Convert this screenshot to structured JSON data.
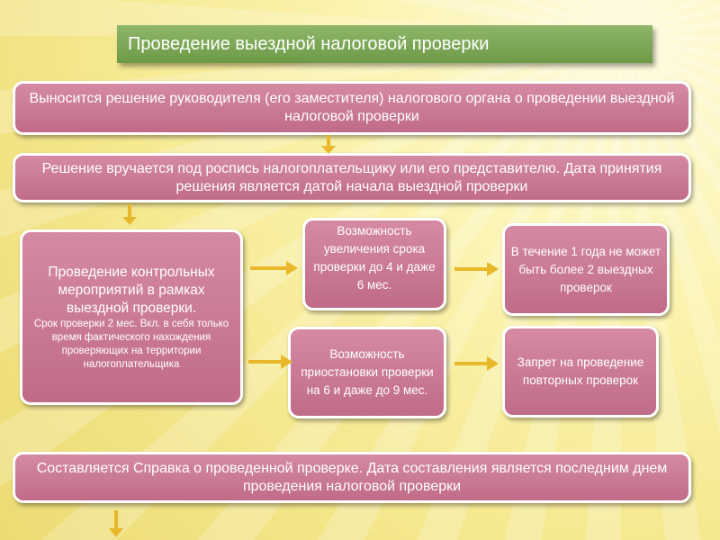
{
  "title": "Проведение выездной налоговой проверки",
  "boxes": {
    "decision": "Выносится решение руководителя (его заместителя) налогового органа о проведении выездной налоговой проверки",
    "handover": "Решение вручается под роспись налогоплательщику или его представителю. Дата принятия решения является датой начала выездной проверки",
    "control_title": "Проведение контрольных мероприятий в рамках выездной проверки.",
    "control_sub": "Срок проверки 2 мес. Вкл. в себя только время фактического нахождения проверяющих на территории налогоплательщика",
    "extend": "Возможность увеличения срока проверки до 4 и даже 6 мес.",
    "suspend": "Возможность приостановки проверки на 6 и даже до 9 мес.",
    "limit": "В течение 1 года не может быть более 2 выездных проверок",
    "ban": "Запрет на проведение повторных проверок",
    "report": "Составляется Справка о проведенной проверке. Дата составления является последним днем проведения налоговой проверки"
  },
  "colors": {
    "box_fill": "#c97b96",
    "box_border": "#ffffff",
    "title_fill": "#7ea85a",
    "arrow": "#e8b82a",
    "background": "#f6ec9c"
  }
}
